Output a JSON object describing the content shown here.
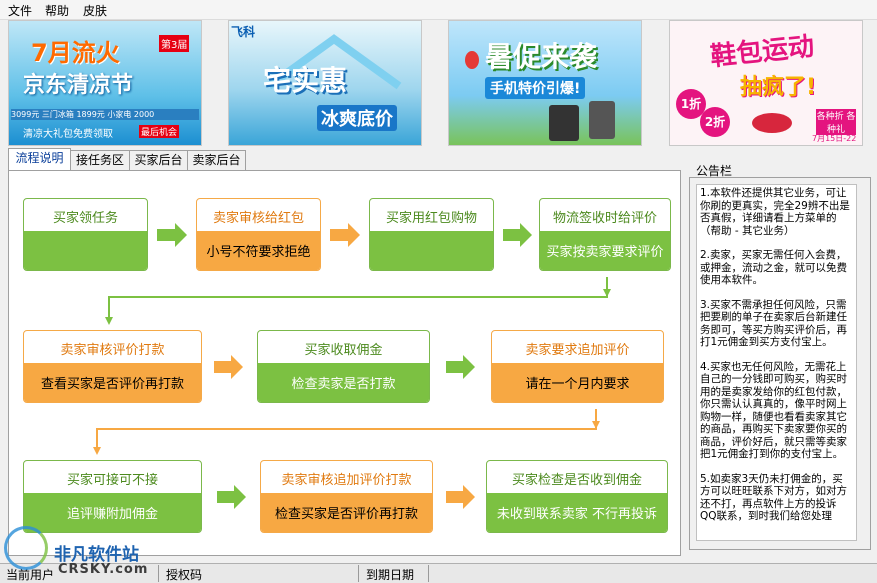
{
  "menu": [
    "文件",
    "帮助",
    "皮肤"
  ],
  "banners": [
    {
      "title": "7月流火",
      "badge": "第3届",
      "subtitle": "京东清凉节",
      "prices": "3099元  三门冰箱  1899元  小家电  2000",
      "footer": "清凉大礼包免费领取",
      "footer_tag": "最后机会"
    },
    {
      "corner": "飞科",
      "title": "宅实惠",
      "subtitle": "冰爽底价"
    },
    {
      "title": "暑促来袭",
      "subtitle": "手机特价引爆!"
    },
    {
      "title": "鞋包运动",
      "subtitle": "抽疯了!",
      "tag1": "1折",
      "tag2": "2折",
      "side": "各种折 各种礼",
      "date": "7月15日-22"
    }
  ],
  "tabs": [
    "流程说明",
    "接任务区",
    "买家后台",
    "卖家后台"
  ],
  "flow": {
    "r1b1": {
      "top": "买家领任务"
    },
    "r1b2": {
      "top": "卖家审核给红包",
      "bottom": "小号不符要求拒绝"
    },
    "r1b3": {
      "top": "买家用红包购物"
    },
    "r1b4": {
      "top": "物流签收时给评价",
      "bottom": "买家按卖家要求评价"
    },
    "r2b1": {
      "top": "卖家审核评价打款",
      "bottom": "查看买家是否评价再打款"
    },
    "r2b2": {
      "top": "买家收取佣金",
      "bottom": "检查卖家是否打款"
    },
    "r2b3": {
      "top": "卖家要求追加评价",
      "bottom": "请在一个月内要求"
    },
    "r3b1": {
      "top": "买家可接可不接",
      "bottom": "追评赚附加佣金"
    },
    "r3b2": {
      "top": "卖家审核追加评价打款",
      "bottom": "检查买家是否评价再打款"
    },
    "r3b3": {
      "top": "买家检查是否收到佣金",
      "bottom": "未收到联系卖家  不行再投诉"
    }
  },
  "notice": {
    "label": "公告栏",
    "paragraphs": [
      "1.本软件还提供其它业务，可让你刷的更真实，完全29辨不出是否真假，详细请看上方菜单的（帮助 - 其它业务）",
      "2.卖家，买家无需任何入会费，或押金，流动之金，就可以免费使用本软件。",
      "3.买家不需承担任何风险，只需把要刷的单子在卖家后台新建任务即可，等买方购买评价后，再打1元佣金到买方支付宝上。",
      "4.买家也无任何风险，无需花上自己的一分钱即可购买，购买时用的是卖家发给你的红包付款，你只需认认真真的，像平时网上购物一样，随便也看看卖家其它的商品，再购买下卖家要你买的商品，评价好后，就只需等卖家把1元佣金打到你的支付宝上。",
      "5.如卖家3天仍未打佣金的，买方可以旺旺联系下对方，如对方还不打，再点软件上方的投诉QQ联系，到时我们给您处理"
    ]
  },
  "status": {
    "cell1": "当前用户",
    "cell2": "授权码",
    "cell3": "到期日期"
  },
  "watermark": {
    "cn": "非凡软件站",
    "en": "CRSKY.com"
  },
  "colors": {
    "green": "#7cc142",
    "orange": "#f7a843",
    "arrow_green": "#7cc142",
    "arrow_orange": "#f7a843"
  }
}
